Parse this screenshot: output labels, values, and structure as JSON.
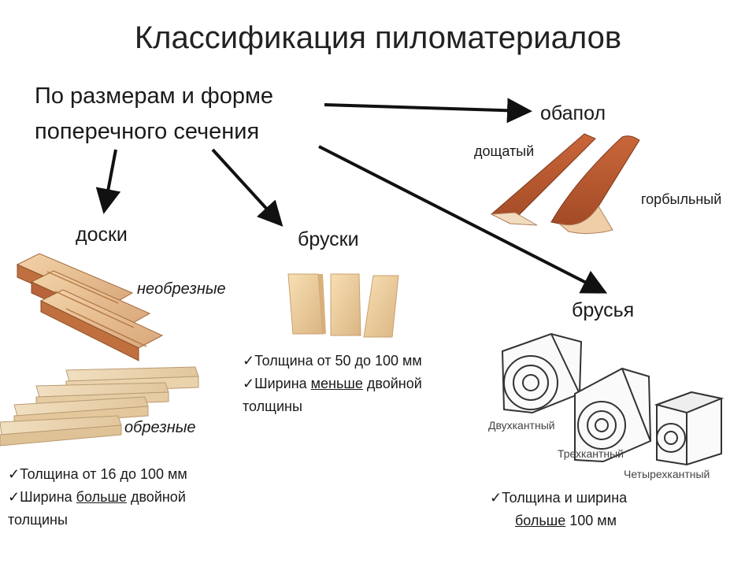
{
  "title": "Классификация пиломатериалов",
  "criterion": {
    "line1": "По размерам и форме",
    "line2": "поперечного сечения"
  },
  "categories": {
    "boards": {
      "label": "доски",
      "types": [
        "необрезные",
        "обрезные"
      ],
      "props": {
        "p1": "Толщина от 16 до 100 мм",
        "p2_pre": "Ширина ",
        "p2_u": "больше",
        "p2_post": " двойной",
        "p3": "толщины"
      }
    },
    "bars": {
      "label": "бруски",
      "props": {
        "p1": "Толщина от 50 до 100 мм",
        "p2_pre": "Ширина ",
        "p2_u": "меньше",
        "p2_post": " двойной",
        "p3": "толщины"
      }
    },
    "slab": {
      "label": "обапол",
      "types": [
        "дощатый",
        "горбыльный"
      ]
    },
    "beams": {
      "label": "брусья",
      "types": [
        "Двухкантный",
        "Трехкантный",
        "Четырехкантный"
      ],
      "props": {
        "p1": "Толщина  и ширина",
        "p2_u": "больше",
        "p2_post": " 100 мм"
      }
    }
  },
  "check_mark": "✓"
}
